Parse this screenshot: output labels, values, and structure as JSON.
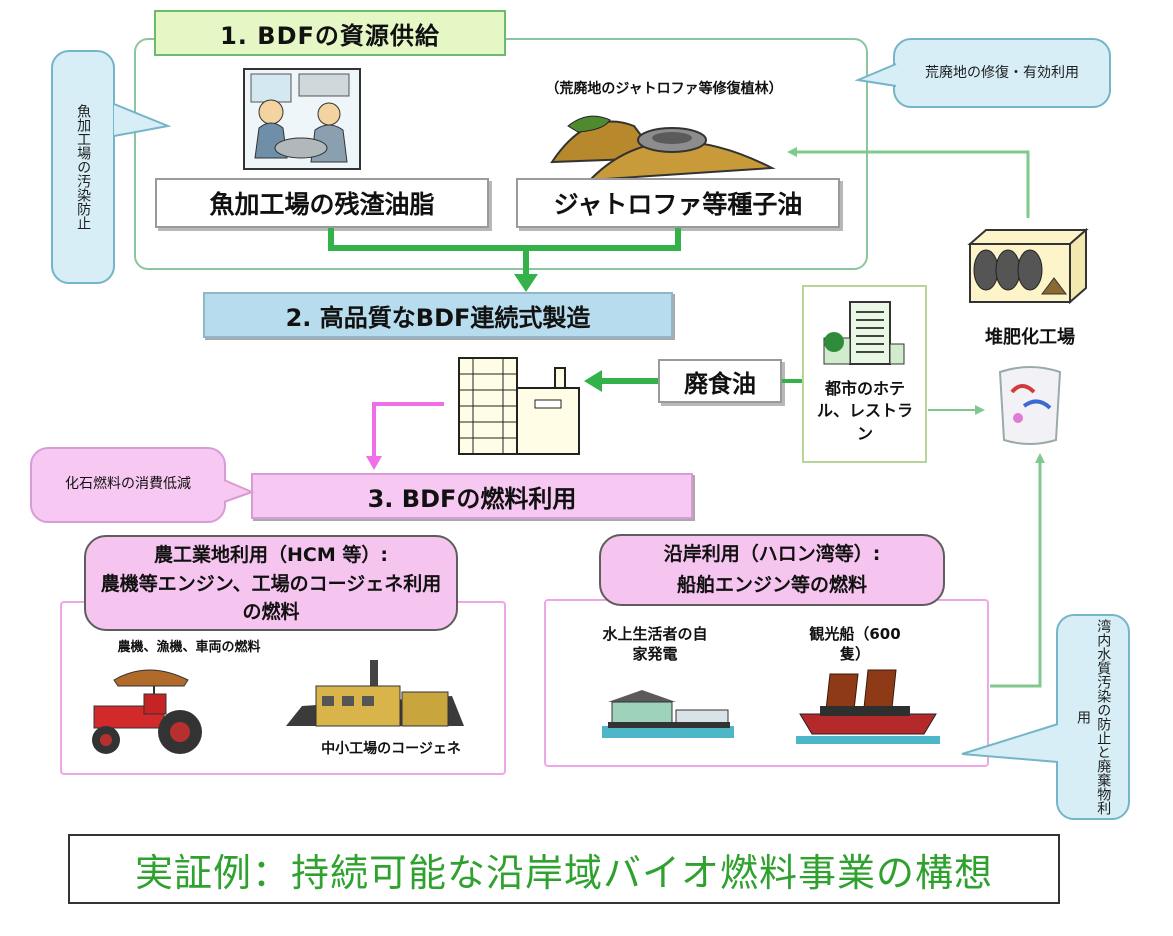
{
  "sections": {
    "s1": "1. BDFの資源供給",
    "s2": "2. 高品質なBDF連続式製造",
    "s3": "3. BDFの燃料利用"
  },
  "sources": {
    "fish_oil": "魚加工場の残渣油脂",
    "jatropha_note": "（荒廃地のジャトロファ等修復植林）",
    "jatropha_oil": "ジャトロファ等種子油"
  },
  "callouts": {
    "fish_pollution": "魚加工場の汚染防止",
    "wasteland": "荒廃地の修復・有効利用",
    "fossil": "化石燃料の消費低減",
    "bay": "湾内水質汚染の防止と廃棄物利用"
  },
  "waste": {
    "waste_oil": "廃食油",
    "hotels": "都市のホテル、レストラン",
    "compost": "堆肥化工場"
  },
  "usage_left": {
    "title": "農工業地利用（HCM 等）:",
    "subtitle": "農機等エンジン、工場のコージェネ利用の燃料",
    "farm_caption": "農機、漁機、車両の燃料",
    "factory_caption": "中小工場のコージェネ"
  },
  "usage_right": {
    "title": "沿岸利用（ハロン湾等）:",
    "subtitle": "船舶エンジン等の燃料",
    "house_caption": "水上生活者の自家発電",
    "boat_caption": "観光船（600 隻）"
  },
  "footer_title": "実証例：持続可能な沿岸域バイオ燃料事業の構想",
  "colors": {
    "green_arrow": "#33b24a",
    "pink_arrow": "#f06fe6",
    "title_text": "#2ea12e",
    "section1_fill": "#e6f7c6",
    "section2_fill": "#b7dced",
    "section3_fill": "#f7c8f2",
    "callout_fill": "#d7eef7"
  }
}
